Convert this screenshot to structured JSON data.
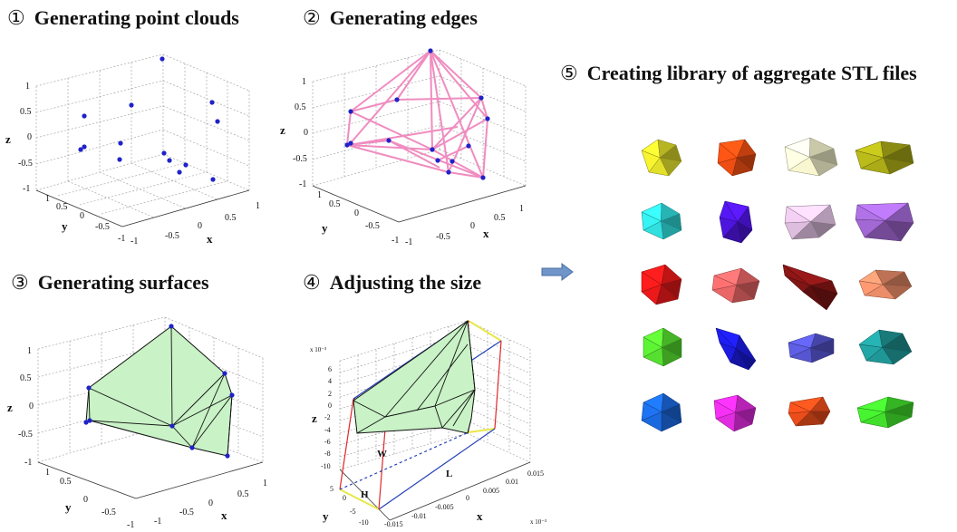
{
  "steps": {
    "s1": {
      "num": "①",
      "title": "Generating point clouds"
    },
    "s2": {
      "num": "②",
      "title": "Generating edges"
    },
    "s3": {
      "num": "③",
      "title": "Generating surfaces"
    },
    "s4": {
      "num": "④",
      "title": "Adjusting the size"
    },
    "s5": {
      "num": "⑤",
      "title": "Creating library of aggregate STL files"
    }
  },
  "axes": {
    "x_label": "x",
    "y_label": "y",
    "z_label": "z",
    "z_ticks": [
      "1",
      "0.5",
      "0",
      "-0.5",
      "-1"
    ],
    "x_ticks": [
      "-1",
      "-0.5",
      "0",
      "0.5",
      "1"
    ],
    "y_ticks": [
      "1",
      "0.5",
      "0",
      "-0.5",
      "-1"
    ]
  },
  "sized_axes": {
    "scale_top": "x 10⁻³",
    "scale_bottom": "x 10⁻³",
    "z_ticks": [
      "6",
      "4",
      "2",
      "0",
      "-2",
      "-4",
      "-6",
      "-8",
      "-10"
    ],
    "x_ticks": [
      "-0.015",
      "-0.01",
      "-0.005",
      "0",
      "0.005",
      "0.01",
      "0.015"
    ],
    "y_ticks": [
      "5",
      "0",
      "-5",
      "-10"
    ],
    "label_w": "W",
    "label_h": "H",
    "label_l": "L"
  },
  "colors": {
    "point": "#1f22c8",
    "edge": "#f08cc0",
    "surface": "#c9f2c6",
    "w_line": "#e8e84a",
    "h_line": "#e0262a",
    "l_line": "#2540b8",
    "arrow": "#6f95c9"
  },
  "arrow_icon": "right-arrow-icon",
  "stl_library": [
    [
      "#d8d52a",
      "#e34a12",
      "#ecebc6",
      "#a3a317"
    ],
    [
      "#2fd4d4",
      "#4a14d4",
      "#d3b5d4",
      "#9a63c9"
    ],
    [
      "#e01818",
      "#e06262",
      "#7b1414",
      "#e08664"
    ],
    [
      "#52d42e",
      "#1a1ad6",
      "#5252c8",
      "#1e9090"
    ],
    [
      "#1a64d4",
      "#d62ad4",
      "#e0491a",
      "#3ed42a"
    ]
  ]
}
